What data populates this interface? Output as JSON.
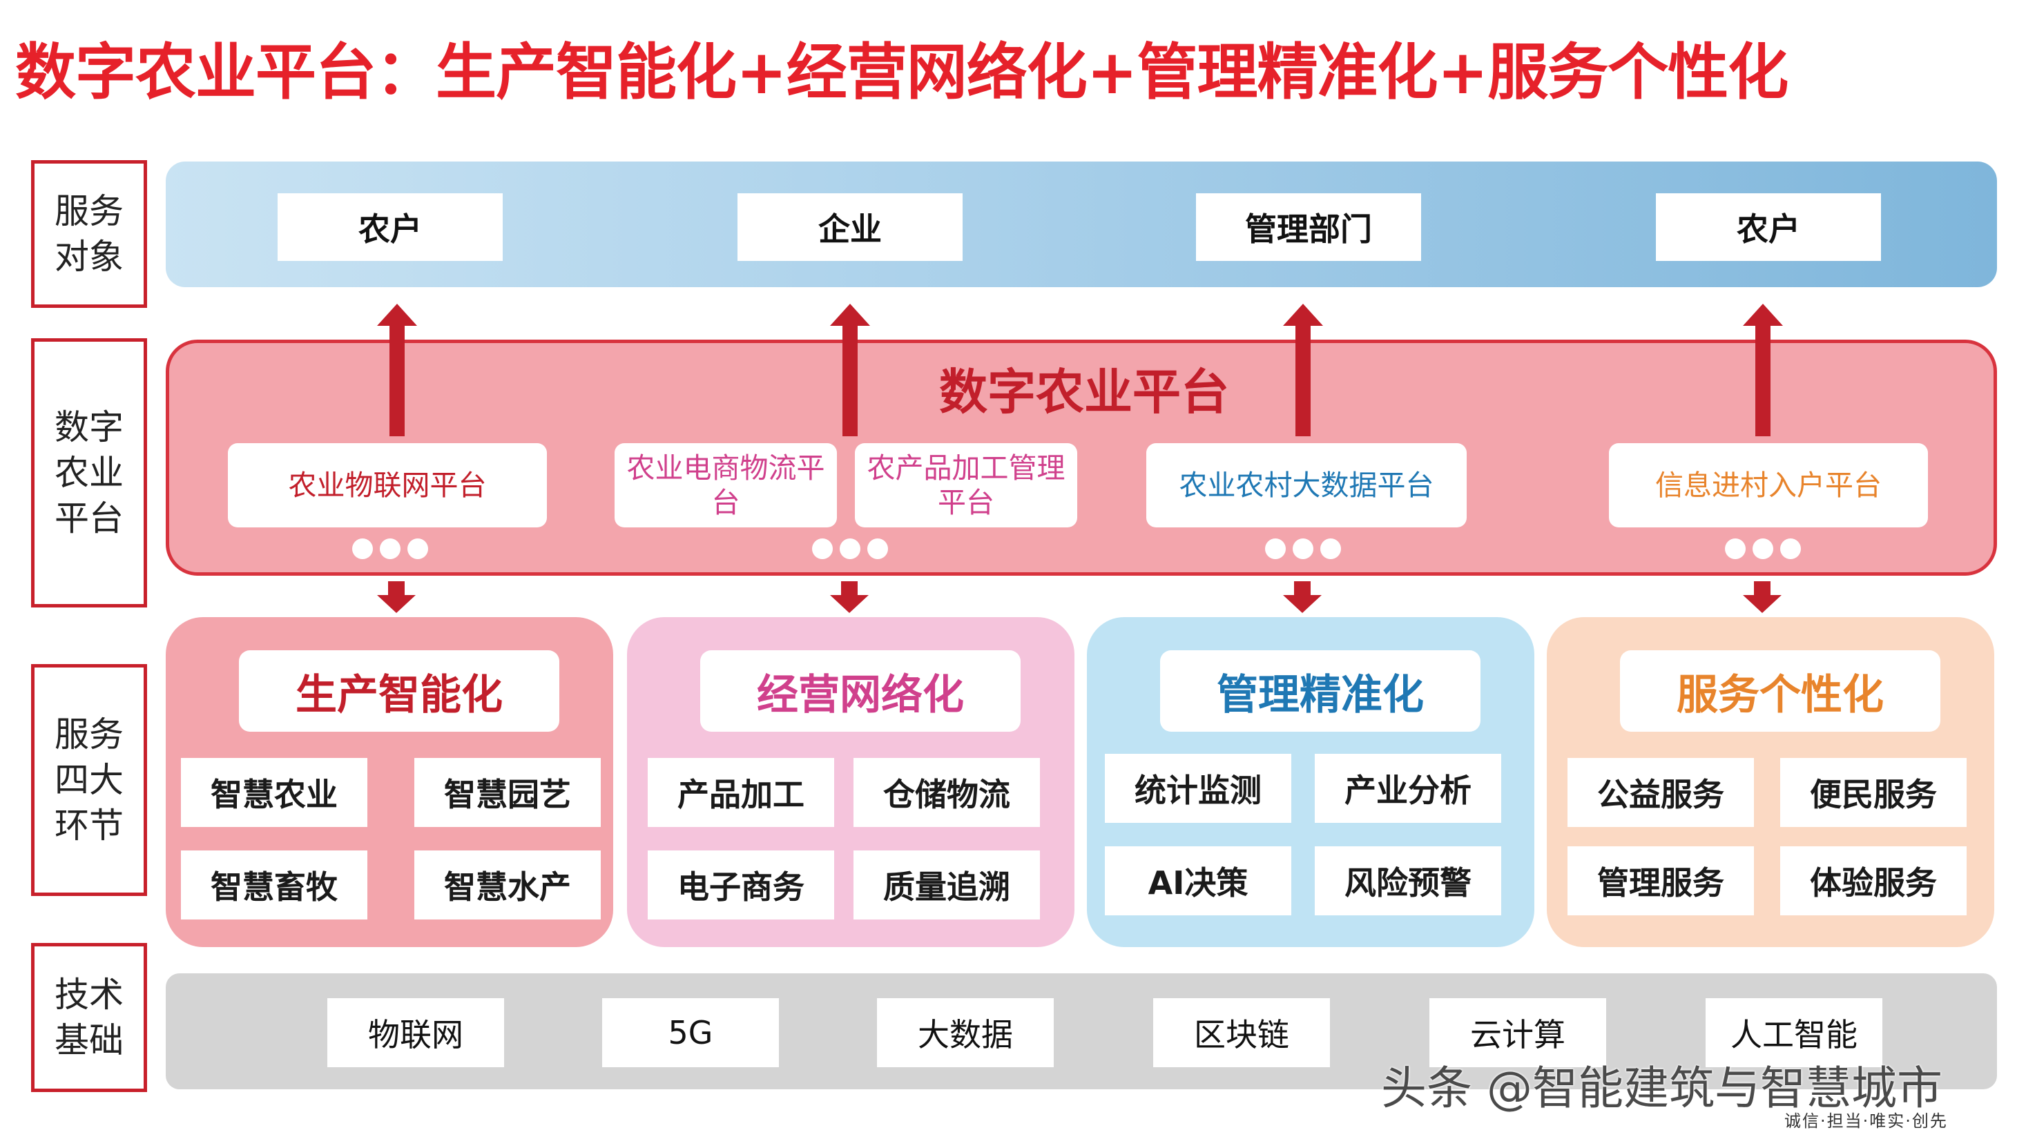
{
  "title": "数字农业平台：生产智能化+经营网络化+管理精准化+服务个性化",
  "row_labels": [
    "服务对象",
    "数字农业平台",
    "服务四大环节",
    "技术基础"
  ],
  "service_targets": [
    "农户",
    "企业",
    "管理部门",
    "农户"
  ],
  "platform": {
    "title": "数字农业平台",
    "sub_platforms": [
      {
        "label": "农业物联网平台",
        "color": "#c21f2b"
      },
      {
        "label": "农业电商物流平台",
        "color": "#d0408c"
      },
      {
        "label": "农产品加工管理平台",
        "color": "#d0408c"
      },
      {
        "label": "农业农村大数据平台",
        "color": "#1f78b4"
      },
      {
        "label": "信息进村入户平台",
        "color": "#e8842c"
      }
    ]
  },
  "sections": [
    {
      "title": "生产智能化",
      "title_color": "#c21f2b",
      "bg": "#f3a5ac",
      "items": [
        "智慧农业",
        "智慧园艺",
        "智慧畜牧",
        "智慧水产"
      ]
    },
    {
      "title": "经营网络化",
      "title_color": "#d0408c",
      "bg": "#f5c4dc",
      "items": [
        "产品加工",
        "仓储物流",
        "电子商务",
        "质量追溯"
      ]
    },
    {
      "title": "管理精准化",
      "title_color": "#1f78b4",
      "bg": "#bfe3f4",
      "items": [
        "统计监测",
        "产业分析",
        "AI决策",
        "风险预警"
      ]
    },
    {
      "title": "服务个性化",
      "title_color": "#e8842c",
      "bg": "#fbd9c3",
      "items": [
        "公益服务",
        "便民服务",
        "管理服务",
        "体验服务"
      ]
    }
  ],
  "tech": [
    "物联网",
    "5G",
    "大数据",
    "区块链",
    "云计算",
    "人工智能"
  ],
  "watermark": "头条 @智能建筑与智慧城市",
  "slogan": "诚信·担当·唯实·创先",
  "colors": {
    "accent_red": "#e6212a",
    "arrow_red": "#c01f2a"
  }
}
